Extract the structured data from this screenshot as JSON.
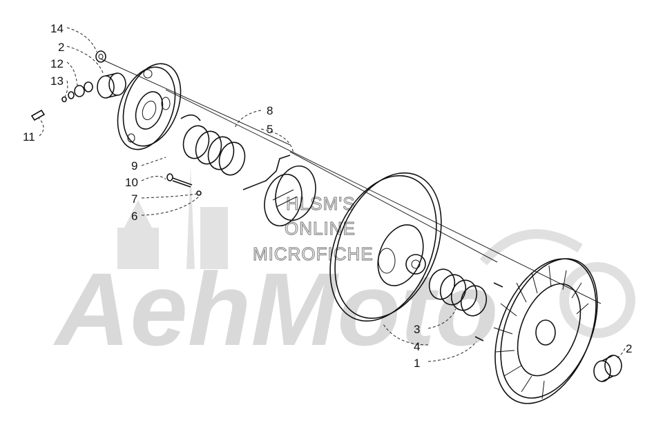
{
  "watermark": {
    "logo": "AehMoto",
    "line1": "HLSM'S",
    "line2": "ONLINE",
    "line3": "MICROFICHE"
  },
  "callouts": [
    "14",
    "2",
    "12",
    "13",
    "11",
    "9",
    "10",
    "7",
    "6",
    "8",
    "5",
    "3",
    "4",
    "1",
    "2"
  ]
}
